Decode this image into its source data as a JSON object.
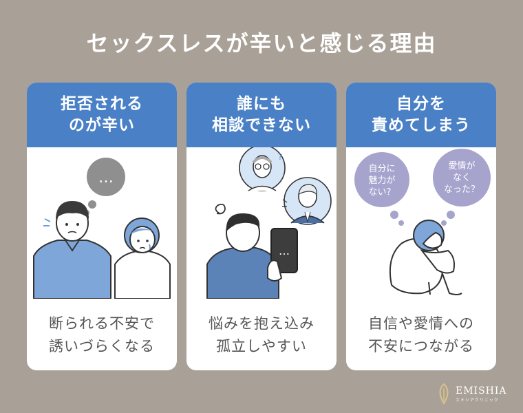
{
  "title": "セックスレスが辛いと感じる理由",
  "cards": [
    {
      "header": [
        "拒否される",
        "のが辛い"
      ],
      "bubble": "…",
      "caption": [
        "断られる不安で",
        "誘いづらくなる"
      ]
    },
    {
      "header": [
        "誰にも",
        "相談できない"
      ],
      "phone": "…",
      "caption": [
        "悩みを抱え込み",
        "孤立しやすい"
      ]
    },
    {
      "header": [
        "自分を",
        "責めてしまう"
      ],
      "bubbles": [
        [
          "自分に",
          "魅力が",
          "ない？"
        ],
        [
          "愛情が",
          "なく",
          "なった？"
        ]
      ],
      "caption": [
        "自信や愛情への",
        "不安につながる"
      ]
    }
  ],
  "logo": {
    "name": "EMISHIA",
    "sub": "エミシアクリニック"
  },
  "colors": {
    "background": "#a9a097",
    "header": "#4a80c6",
    "card": "#ffffff",
    "bubble_gray": "#8f8f8f",
    "bubble_purple": "#a6a3cd",
    "shirt_blue": "#7fa6d9"
  }
}
